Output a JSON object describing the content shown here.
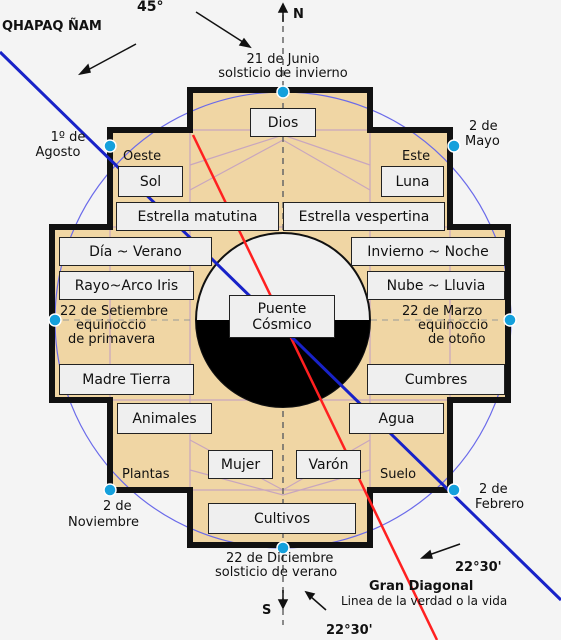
{
  "colors": {
    "fill": "#f0d6a4",
    "circle": "#6a6aea",
    "diagonal": "#1822c8",
    "red_line": "#ff2020",
    "node": "#14a0dc",
    "frame": "#111111",
    "thin_line": "#c5a0b8"
  },
  "compass": {
    "north": "N",
    "south": "S"
  },
  "angles": {
    "top": "45°",
    "right": "22°30'",
    "bottom": "22°30'"
  },
  "path_name": "QHAPAQ ÑAM",
  "diagonal": {
    "title": "Gran Diagonal",
    "subtitle": "Linea de la verdad o la vida"
  },
  "dates": {
    "top_line1": "21 de Junio",
    "top_line2": "solsticio de invierno",
    "bottom_line1": "22 de Diciembre",
    "bottom_line2": "solsticio de verano",
    "left_top_line1": "1º de",
    "left_top_line2": "Agosto",
    "right_top_line1": "2 de",
    "right_top_line2": "Mayo",
    "left_bottom_line1": "2 de",
    "left_bottom_line2": "Noviembre",
    "right_bottom_line1": "2 de",
    "right_bottom_line2": "Febrero",
    "left_mid_line1": "22 de Setiembre",
    "left_mid_line2": "equinoccio",
    "left_mid_line3": "de primavera",
    "right_mid_line1": "22 de Marzo",
    "right_mid_line2": "equinoccio",
    "right_mid_line3": "de otoño"
  },
  "directions": {
    "west": "Oeste",
    "east": "Este",
    "plants": "Plantas",
    "soil": "Suelo"
  },
  "boxes": {
    "dios": "Dios",
    "sol": "Sol",
    "luna": "Luna",
    "estrella_matutina": "Estrella matutina",
    "estrella_vespertina": "Estrella vespertina",
    "dia_verano": "Día ~ Verano",
    "invierno_noche": "Invierno ~ Noche",
    "rayo_arco_iris": "Rayo~Arco Iris",
    "nube_lluvia": "Nube ~ Lluvia",
    "madre_tierra": "Madre Tierra",
    "cumbres": "Cumbres",
    "animales": "Animales",
    "agua": "Agua",
    "mujer": "Mujer",
    "varon": "Varón",
    "cultivos": "Cultivos"
  },
  "center": {
    "line1": "Puente",
    "line2": "Cósmico"
  }
}
